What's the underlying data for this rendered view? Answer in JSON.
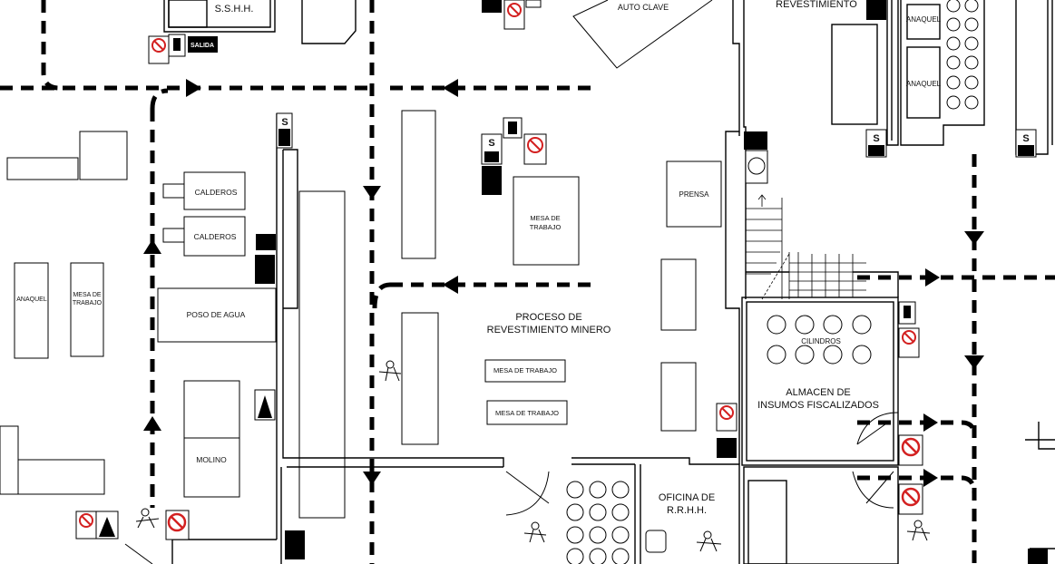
{
  "rooms": {
    "sshh": "S.S.H.H.",
    "autoclave": "AUTO CLAVE",
    "revestimiento": "REVESTIMIENTO",
    "anaquel_top_1": "ANAQUEL",
    "anaquel_top_2": "ANAQUEL",
    "calderos_1": "CALDEROS",
    "calderos_2": "CALDEROS",
    "anaquel_left": "ANAQUEL",
    "mesa_left_line1": "MESA DE",
    "mesa_left_line2": "TRABAJO",
    "poso": "POSO DE AGUA",
    "molino": "MOLINO",
    "mesa_center_line1": "MESA DE",
    "mesa_center_line2": "TRABAJO",
    "prensa": "PRENSA",
    "proceso_line1": "PROCESO DE",
    "proceso_line2": "REVESTIMIENTO MINERO",
    "mesa_small_1": "MESA DE TRABAJO",
    "mesa_small_2": "MESA DE TRABAJO",
    "cilindros": "CILINDROS",
    "almacen_line1": "ALMACEN DE",
    "almacen_line2": "INSUMOS FISCALIZADOS",
    "oficina_line1": "OFICINA DE",
    "oficina_line2": "R.R.H.H."
  },
  "signs": {
    "salida": "SALIDA",
    "s": "S"
  },
  "colors": {
    "line": "#000000",
    "prohibition": "#d32020"
  }
}
